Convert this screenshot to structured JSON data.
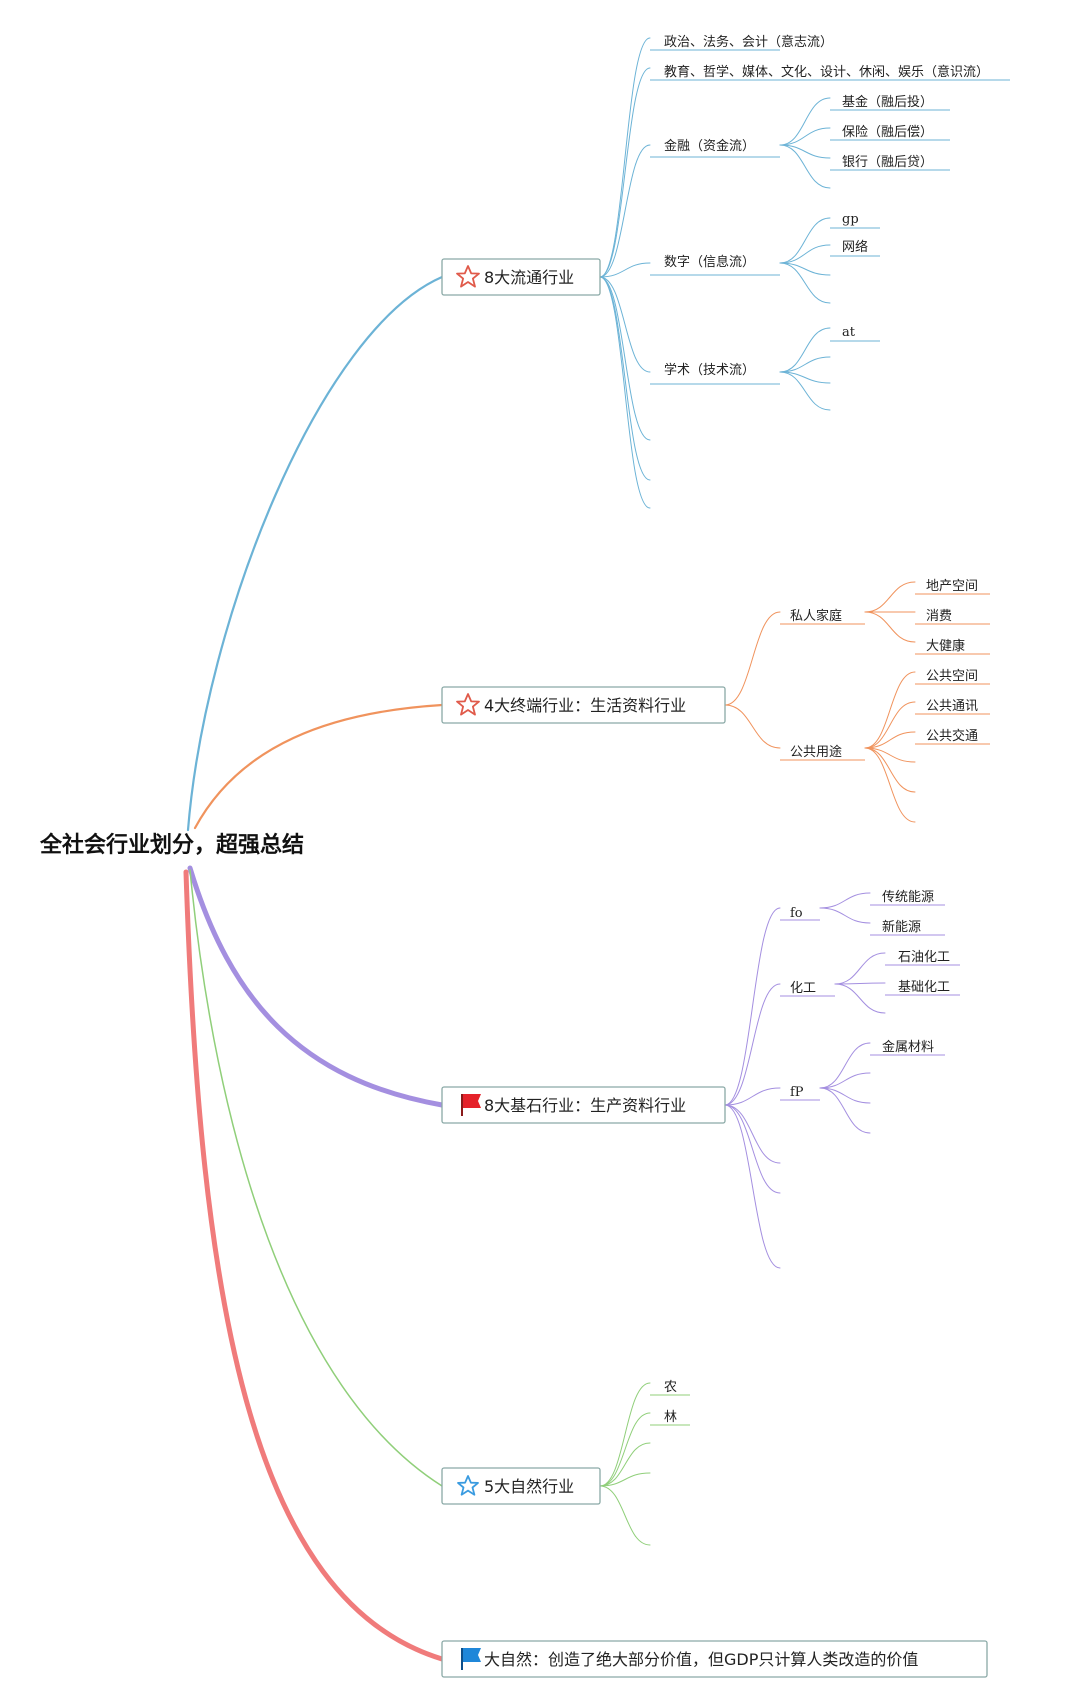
{
  "root": {
    "label": "全社会行业划分，超强总结"
  },
  "colors": {
    "blue": "#6cb3d6",
    "orange": "#f0935d",
    "purple": "#a48fe0",
    "green": "#90cf7a",
    "red": "#f07b7b",
    "star_red": "#e05a4a",
    "star_blue": "#3a9be0",
    "flag_red": "#e5222a",
    "flag_blue": "#1f87d9"
  },
  "branches": [
    {
      "label": "8大流通行业",
      "icon": "star-outline-red-icon",
      "children": [
        {
          "label": "政治、法务、会计（意志流）",
          "children": []
        },
        {
          "label": "教育、哲学、媒体、文化、设计、休闲、娱乐（意识流）",
          "children": []
        },
        {
          "label": "金融（资金流）",
          "children": [
            "基金（融后投）",
            "保险（融后偿）",
            "银行（融后贷）",
            ""
          ]
        },
        {
          "label": "数字（信息流）",
          "children": [
            "gp",
            "网络",
            "",
            ""
          ]
        },
        {
          "label": "学术（技术流）",
          "children": [
            "at",
            "",
            "",
            ""
          ]
        },
        {
          "label": "",
          "children": []
        },
        {
          "label": "",
          "children": []
        },
        {
          "label": "",
          "children": []
        }
      ]
    },
    {
      "label": "4大终端行业：生活资料行业",
      "icon": "star-outline-red-icon",
      "children": [
        {
          "label": "私人家庭",
          "children": [
            "地产空间",
            "消费",
            "大健康"
          ]
        },
        {
          "label": "公共用途",
          "children": [
            "公共空间",
            "公共通讯",
            "公共交通",
            "",
            "",
            ""
          ]
        }
      ]
    },
    {
      "label": "8大基石行业：生产资料行业",
      "icon": "flag-red-icon",
      "children": [
        {
          "label": "fo",
          "children": [
            "传统能源",
            "新能源"
          ]
        },
        {
          "label": "化工",
          "children": [
            "石油化工",
            "基础化工",
            ""
          ]
        },
        {
          "label": "fP",
          "children": [
            "金属材料",
            "",
            "",
            ""
          ]
        },
        {
          "label": "",
          "children": []
        },
        {
          "label": "",
          "children": []
        },
        {
          "label": "",
          "children": []
        }
      ]
    },
    {
      "label": "5大自然行业",
      "icon": "star-outline-blue-icon",
      "children": [
        {
          "label": "农",
          "children": []
        },
        {
          "label": "林",
          "children": []
        },
        {
          "label": "",
          "children": []
        },
        {
          "label": "",
          "children": []
        },
        {
          "label": "",
          "children": []
        }
      ]
    },
    {
      "label": "大自然：创造了绝大部分价值，但GDP只计算人类改造的价值",
      "icon": "flag-blue-icon",
      "children": []
    }
  ]
}
